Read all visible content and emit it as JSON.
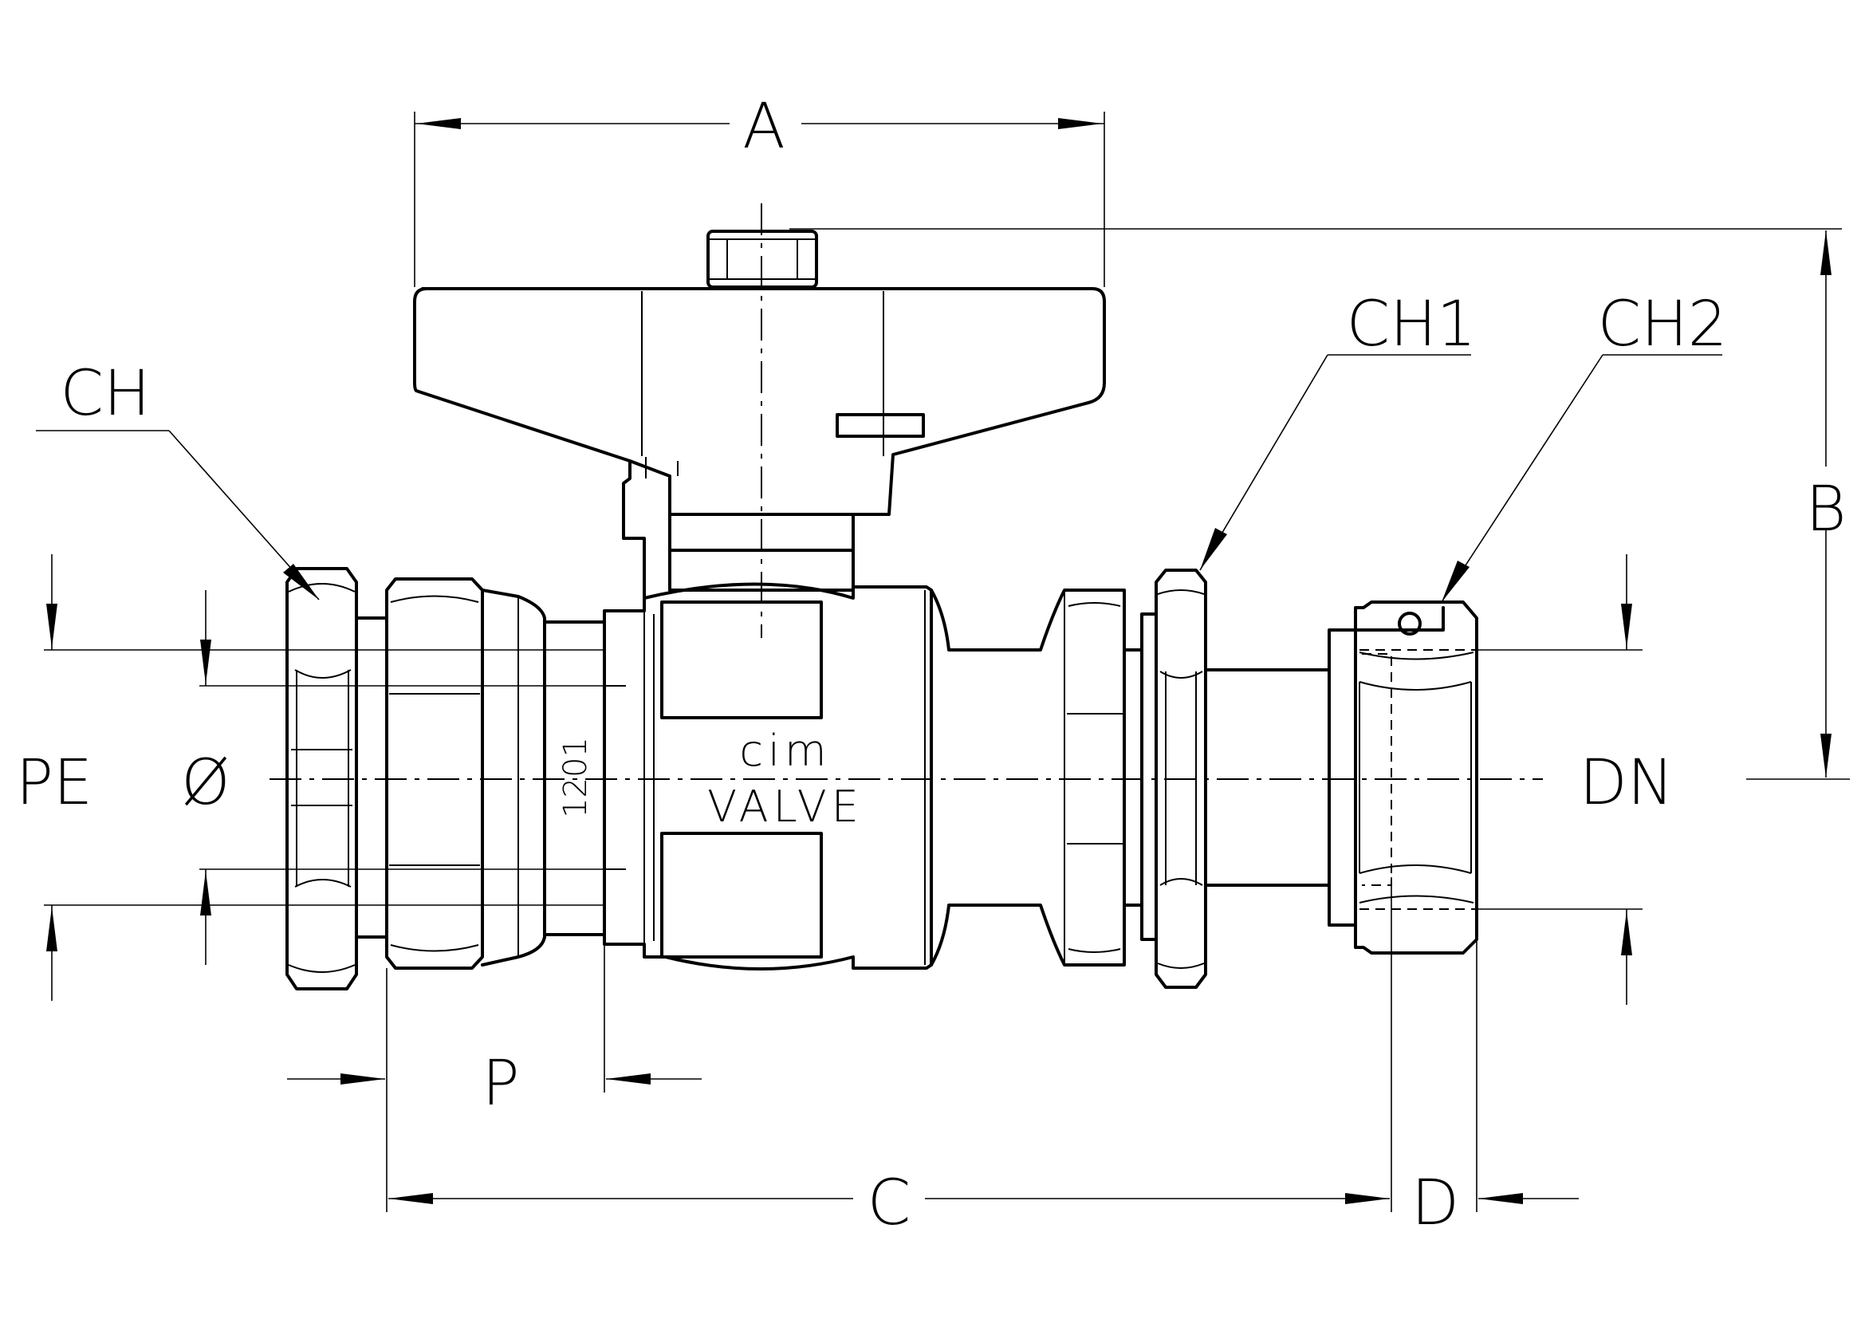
{
  "diagram": {
    "dimension_labels": {
      "A": "A",
      "B": "B",
      "C": "C",
      "D": "D",
      "P": "P",
      "PE": "PE",
      "diameter": "Ø",
      "DN": "DN"
    },
    "callout_labels": {
      "CH": "CH",
      "CH1": "CH1",
      "CH2": "CH2"
    },
    "body_markings": {
      "brand_top": "cim",
      "brand_bottom": "VALVE",
      "code": "1201"
    }
  }
}
